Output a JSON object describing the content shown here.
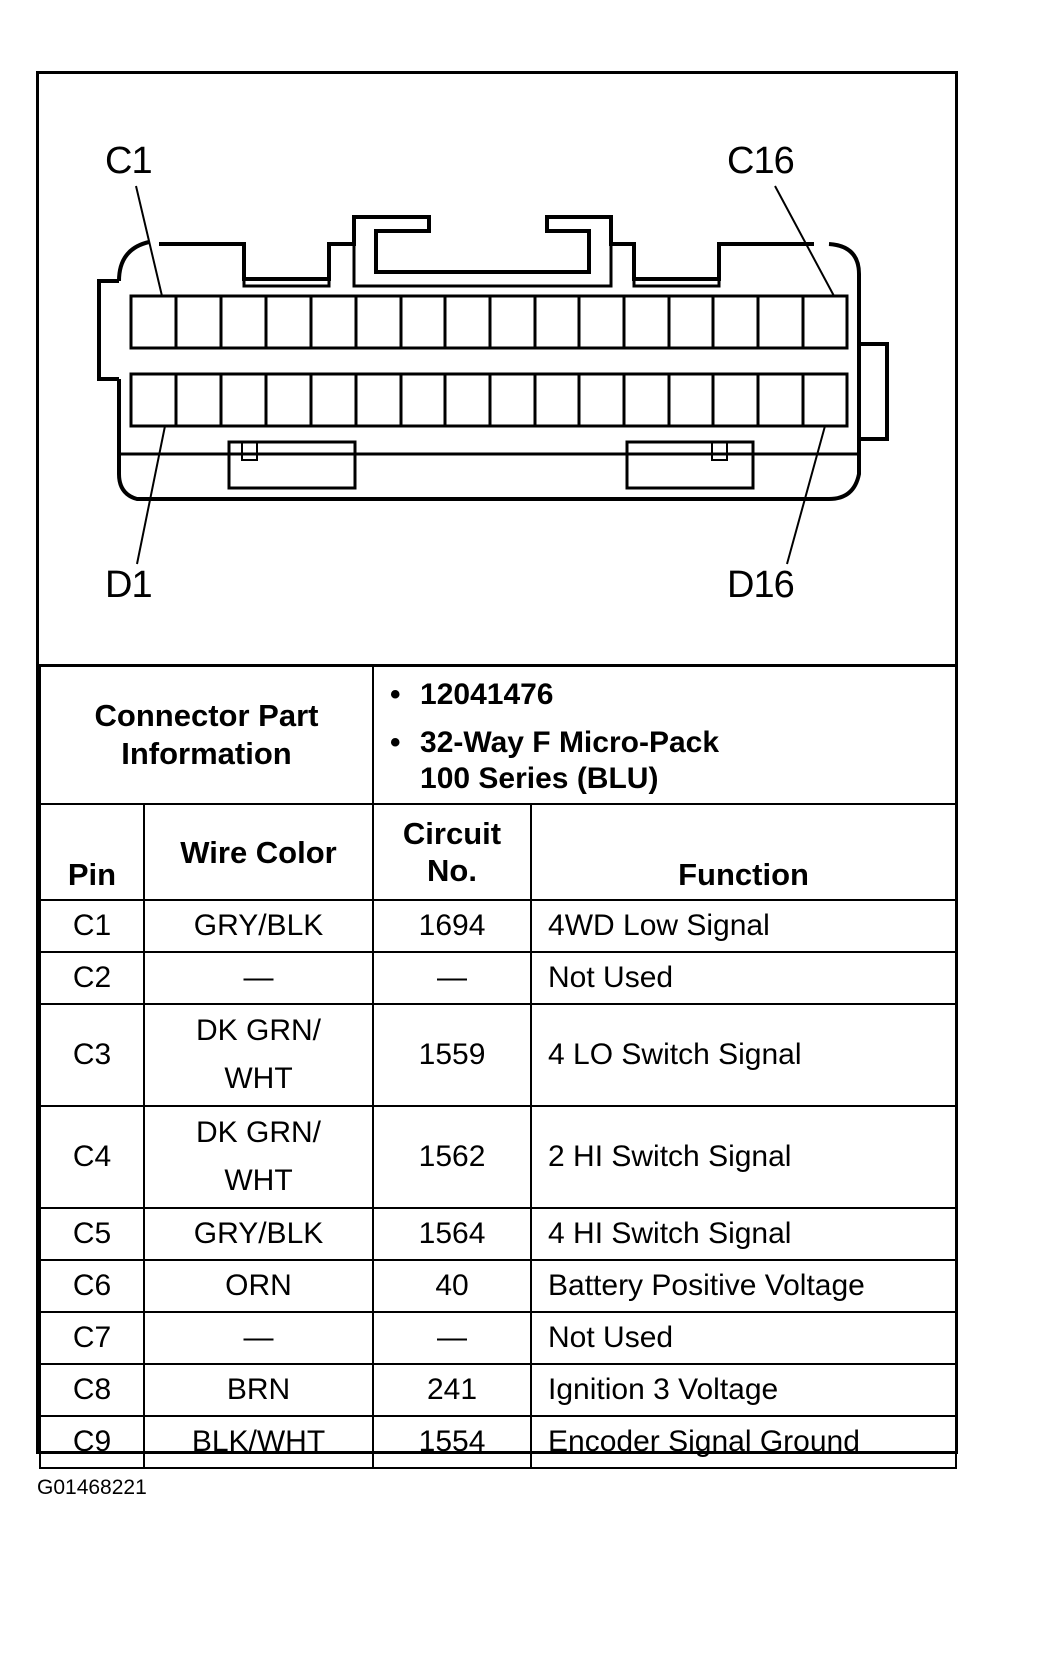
{
  "diagram": {
    "labels": {
      "top_left": "C1",
      "top_right": "C16",
      "bottom_left": "D1",
      "bottom_right": "D16"
    },
    "rows": [
      {
        "row": "C",
        "cavities": 16
      },
      {
        "row": "D",
        "cavities": 16
      }
    ]
  },
  "connector_info": {
    "label_line1": "Connector Part",
    "label_line2": "Information",
    "bullets": [
      {
        "text": "12041476"
      },
      {
        "text": "32-Way F Micro-Pack",
        "continuation": "100 Series (BLU)"
      }
    ]
  },
  "table": {
    "headers": {
      "pin": "Pin",
      "wire_color": "Wire Color",
      "circuit_line1": "Circuit",
      "circuit_line2": "No.",
      "function": "Function"
    },
    "rows": [
      {
        "pin": "C1",
        "wire1": "GRY/BLK",
        "wire2": "",
        "circuit": "1694",
        "function": "4WD Low Signal"
      },
      {
        "pin": "C2",
        "wire1": "—",
        "wire2": "",
        "circuit": "—",
        "function": "Not Used"
      },
      {
        "pin": "C3",
        "wire1": "DK GRN/",
        "wire2": "WHT",
        "circuit": "1559",
        "function": "4 LO Switch Signal"
      },
      {
        "pin": "C4",
        "wire1": "DK GRN/",
        "wire2": "WHT",
        "circuit": "1562",
        "function": "2 HI Switch Signal"
      },
      {
        "pin": "C5",
        "wire1": "GRY/BLK",
        "wire2": "",
        "circuit": "1564",
        "function": "4 HI Switch Signal"
      },
      {
        "pin": "C6",
        "wire1": "ORN",
        "wire2": "",
        "circuit": "40",
        "function": "Battery Positive Voltage"
      },
      {
        "pin": "C7",
        "wire1": "—",
        "wire2": "",
        "circuit": "—",
        "function": "Not Used"
      },
      {
        "pin": "C8",
        "wire1": "BRN",
        "wire2": "",
        "circuit": "241",
        "function": "Ignition 3 Voltage"
      },
      {
        "pin": "C9",
        "wire1": "BLK/WHT",
        "wire2": "",
        "circuit": "1554",
        "function": "Encoder Signal Ground"
      }
    ]
  },
  "figure_id": "G01468221"
}
